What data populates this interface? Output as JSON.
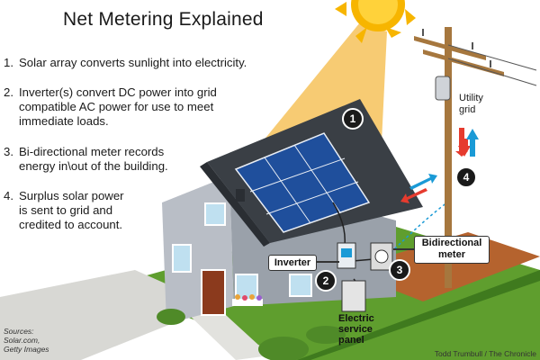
{
  "title": "Net Metering Explained",
  "steps": [
    {
      "num": "1.",
      "lines": [
        "Solar array converts sunlight into electricity."
      ]
    },
    {
      "num": "2.",
      "lines": [
        "Inverter(s) convert DC power into grid",
        "compatible AC power for use to meet",
        "immediate loads."
      ]
    },
    {
      "num": "3.",
      "lines": [
        "Bi-directional meter records",
        "energy in\\out of the building."
      ]
    },
    {
      "num": "4.",
      "lines": [
        "Surplus solar power",
        "is sent to grid and",
        "credited to account."
      ]
    }
  ],
  "markers": [
    "1",
    "2",
    "3",
    "4"
  ],
  "labels": {
    "utility_grid": [
      "Utility",
      "grid"
    ],
    "inverter": "Inverter",
    "bidirectional_meter": [
      "Bidirectional",
      "meter"
    ],
    "service_panel": [
      "Electric",
      "service",
      "panel"
    ]
  },
  "sources": [
    "Sources:",
    "Solar.com,",
    "Getty Images"
  ],
  "credit": "Todd Trumbull / The Chronicle",
  "colors": {
    "sun": "#f7b500",
    "ray": "#f6c25a",
    "panel": "#1f4f9c",
    "roof": "#3a3f45",
    "wall": "#aab0b8",
    "grass": "#5f9e2e",
    "soil": "#b5632e",
    "arrow_red": "#e63b2e",
    "arrow_blue": "#1a9ad6"
  }
}
